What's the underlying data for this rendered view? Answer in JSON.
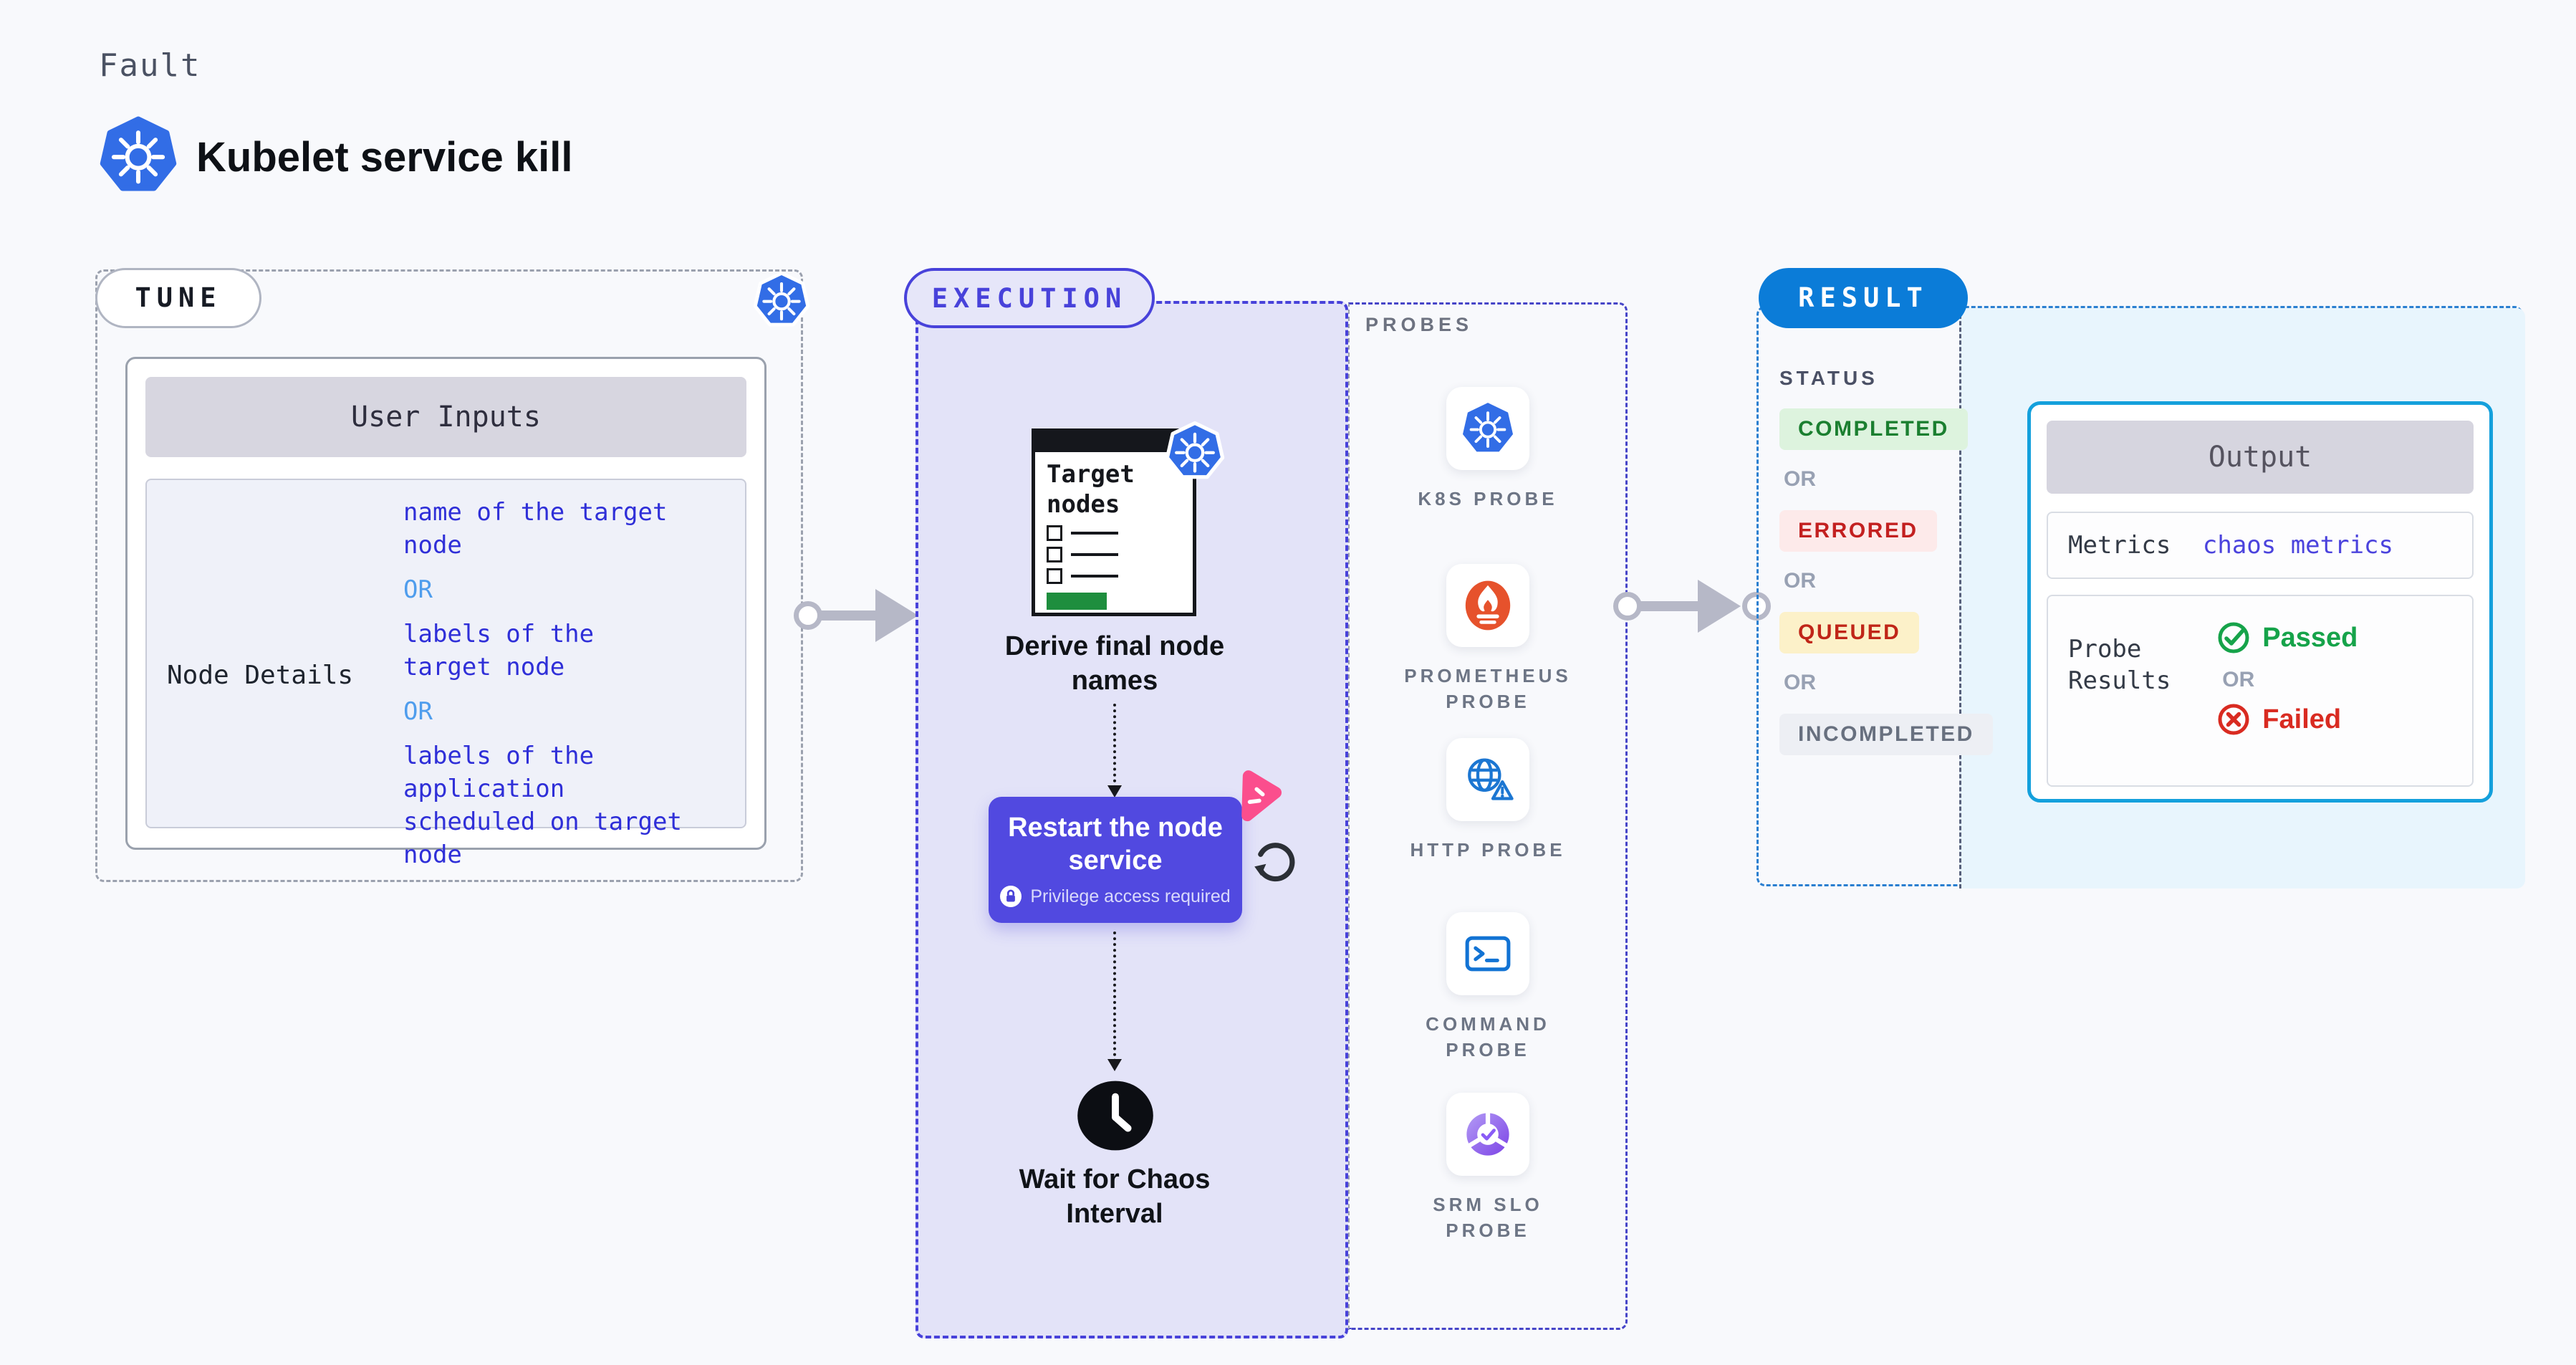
{
  "header": {
    "eyebrow": "Fault",
    "title": "Kubelet service kill"
  },
  "tune": {
    "label": "TUNE",
    "user_inputs": {
      "header": "User Inputs",
      "row_label": "Node Details",
      "or": "OR",
      "options": [
        "name of the target\nnode",
        "labels of the\ntarget node",
        "labels of the application\n scheduled on target node"
      ]
    }
  },
  "execution": {
    "label": "EXECUTION",
    "target_card_title": "Target\nnodes",
    "derive_caption": "Derive final node\nnames",
    "restart": {
      "title": "Restart the node\nservice",
      "privilege": "Privilege access required"
    },
    "wait_caption": "Wait for Chaos\nInterval",
    "probes": {
      "label": "PROBES",
      "items": [
        {
          "icon": "k8s-icon",
          "label": "K8S PROBE"
        },
        {
          "icon": "prometheus-icon",
          "label": "PROMETHEUS\nPROBE"
        },
        {
          "icon": "http-icon",
          "label": "HTTP PROBE"
        },
        {
          "icon": "command-icon",
          "label": "COMMAND\nPROBE"
        },
        {
          "icon": "srm-slo-icon",
          "label": "SRM SLO\nPROBE"
        }
      ]
    }
  },
  "result": {
    "label": "RESULT",
    "status": {
      "header": "STATUS",
      "or": "OR",
      "badges": [
        {
          "label": "COMPLETED",
          "fg": "#1b7f30",
          "bg": "#ddf3de"
        },
        {
          "label": "ERRORED",
          "fg": "#c32020",
          "bg": "#fdeaea"
        },
        {
          "label": "QUEUED",
          "fg": "#c02518",
          "bg": "#fcf1c9"
        },
        {
          "label": "INCOMPLETED",
          "fg": "#68707f",
          "bg": "#edeff4"
        }
      ]
    },
    "output": {
      "header": "Output",
      "metrics_label": "Metrics",
      "metrics_value": "chaos metrics",
      "probe_results_label": "Probe\nResults",
      "passed": "Passed",
      "or": "OR",
      "failed": "Failed"
    }
  },
  "colors": {
    "kubernetes_blue": "#326de6",
    "execution_indigo": "#4842da",
    "execution_lavender": "#e3e3f8",
    "result_blue": "#0b7cd8",
    "output_border_cyan": "#14a0dc",
    "result_panel_blue": "#e8f5fd",
    "restart_card_indigo": "#5149e0",
    "input_value_blue": "#2f2fd8",
    "or_blue": "#4f9ded",
    "prometheus_orange": "#e6522c",
    "chaos_pink": "#fb4e8d",
    "green_bar": "#1e8e3e",
    "passed_green": "#16a34a",
    "failed_red": "#d92b21",
    "arrow_gray": "#b6b8c7"
  }
}
